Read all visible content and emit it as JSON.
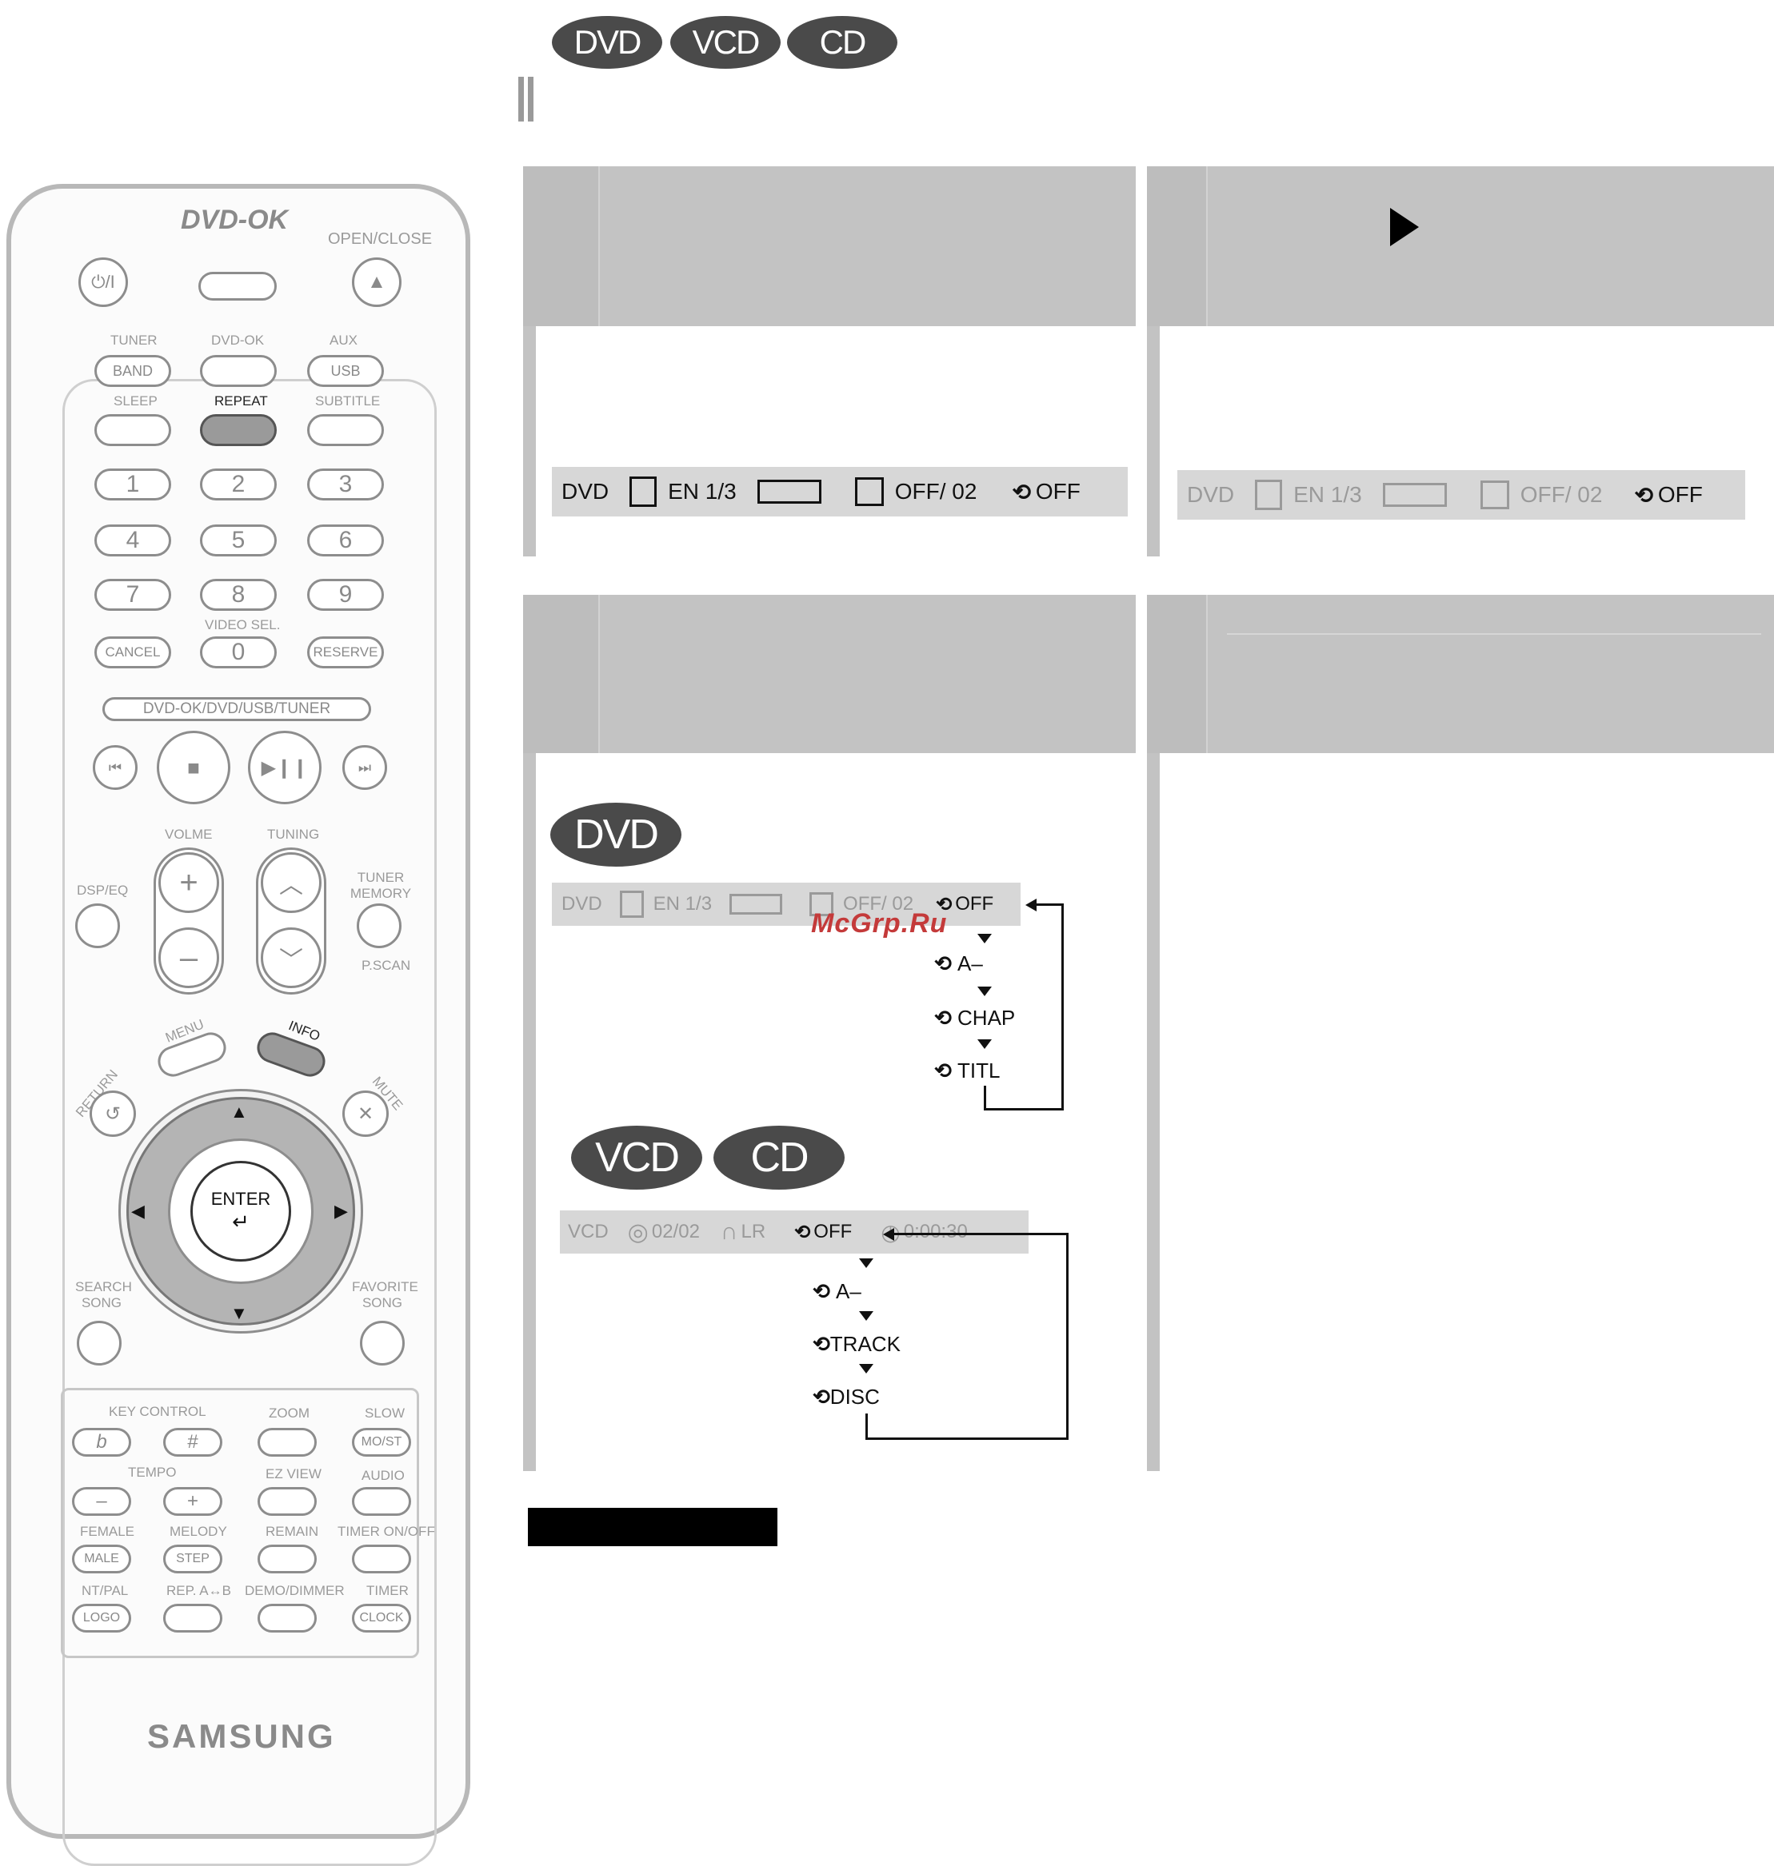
{
  "badges_top": [
    "DVD",
    "VCD",
    "CD"
  ],
  "panels": {
    "dvd_badge": "DVD",
    "vcd_badge": "VCD",
    "cd_badge": "CD"
  },
  "osd_dvd": {
    "mode": "DVD",
    "audio": "EN 1/3",
    "subtitle": "OFF/ 02",
    "repeat": "OFF"
  },
  "osd_vcd": {
    "mode": "VCD",
    "track": "02/02",
    "channel": "LR",
    "repeat": "OFF",
    "time": "0:00:30"
  },
  "dvd_repeat_options": [
    "OFF",
    "A–",
    "CHAP",
    "TITL"
  ],
  "vcd_repeat_options": [
    "OFF",
    "A–",
    "TRACK",
    "DISC"
  ],
  "watermark": "McGrp.Ru",
  "remote": {
    "brand_logo": "DVD-OK",
    "open_close": "OPEN/CLOSE",
    "power": "⏻/I",
    "row1_labels": [
      "TUNER",
      "DVD-OK",
      "AUX"
    ],
    "row1_buttons": [
      "BAND",
      "",
      "USB"
    ],
    "row2_labels": [
      "SLEEP",
      "REPEAT",
      "SUBTITLE"
    ],
    "digits": [
      "1",
      "2",
      "3",
      "4",
      "5",
      "6",
      "7",
      "8",
      "9"
    ],
    "video_sel": "VIDEO SEL.",
    "cancel": "CANCEL",
    "zero": "0",
    "reserve": "RESERVE",
    "mode_strip": "DVD-OK/DVD/USB/TUNER",
    "volume": "VOLME",
    "tuning": "TUNING",
    "dsp_eq": "DSP/EQ",
    "tuner_memory": "TUNER MEMORY",
    "pscan": "P.SCAN",
    "menu": "MENU",
    "info": "INFO",
    "return": "RETURN",
    "mute": "MUTE",
    "enter": "ENTER",
    "search_song": "SEARCH SONG",
    "favorite_song": "FAVORITE SONG",
    "key_control": "KEY CONTROL",
    "flat": "b",
    "sharp": "#",
    "zoom": "ZOOM",
    "slow": "SLOW",
    "mo_st": "MO/ST",
    "tempo": "TEMPO",
    "minus": "–",
    "plus": "+",
    "ez_view": "EZ VIEW",
    "audio": "AUDIO",
    "female": "FEMALE",
    "melody": "MELODY",
    "remain": "REMAIN",
    "timer_onoff": "TIMER ON/OFF",
    "male": "MALE",
    "step": "STEP",
    "nt_pal": "NT/PAL",
    "rep_ab": "REP. A↔B",
    "demo_dimmer": "DEMO/DIMMER",
    "timer": "TIMER",
    "logo": "LOGO",
    "clock": "CLOCK",
    "brand": "SAMSUNG"
  }
}
